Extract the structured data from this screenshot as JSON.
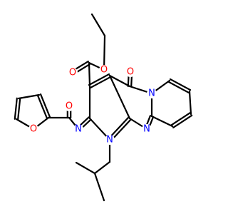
{
  "colors": {
    "bond": "#000000",
    "oxygen": "#ff0000",
    "nitrogen": "#0000ff",
    "background": "#ffffff"
  },
  "atoms": {
    "O_ester_carbonyl": "O",
    "O_ester": "O",
    "O_ketone": "O",
    "N_bridgehead": "N",
    "O_amide": "O",
    "O_furan": "O",
    "N_imine": "N",
    "N_ring": "N",
    "N_pyrimidine": "N"
  }
}
